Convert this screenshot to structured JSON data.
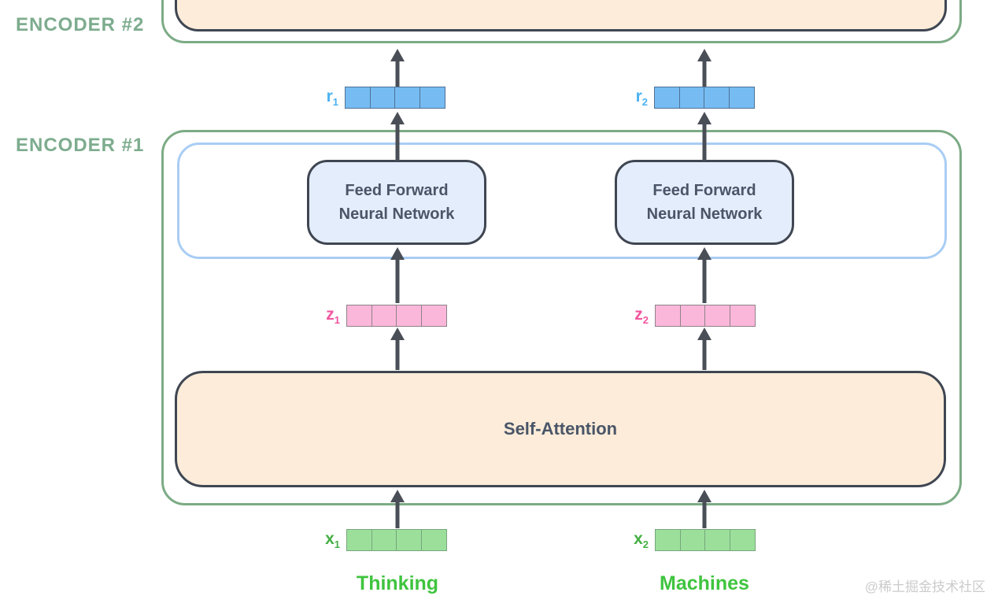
{
  "labels": {
    "encoder2": "ENCODER #2",
    "encoder1": "ENCODER #1",
    "ffnn_line1": "Feed Forward",
    "ffnn_line2": "Neural Network",
    "self_attention": "Self-Attention"
  },
  "vectors": {
    "cells_per_vector": 4,
    "r1": {
      "base": "r",
      "sub": "1"
    },
    "r2": {
      "base": "r",
      "sub": "2"
    },
    "z1": {
      "base": "z",
      "sub": "1"
    },
    "z2": {
      "base": "z",
      "sub": "2"
    },
    "x1": {
      "base": "x",
      "sub": "1"
    },
    "x2": {
      "base": "x",
      "sub": "2"
    }
  },
  "words": {
    "word1": "Thinking",
    "word2": "Machines"
  },
  "watermark": "@稀土掘金技术社区",
  "colors": {
    "encoder_border": "#7cab85",
    "encoder_label": "#7dac8e",
    "ffnn_layer_border": "#a9cdf4",
    "dark_border": "#3f4652",
    "peach_fill": "#fcecd9",
    "ffnn_fill": "#e4edfb",
    "r_cell_fill": "#76bcf3",
    "r_label": "#4cb2f0",
    "z_cell_fill": "#fbb7da",
    "z_label": "#f0569f",
    "x_cell_fill": "#9bdf9b",
    "x_label": "#44b044",
    "word_green": "#3fc43f",
    "arrow": "#4a4f57"
  }
}
